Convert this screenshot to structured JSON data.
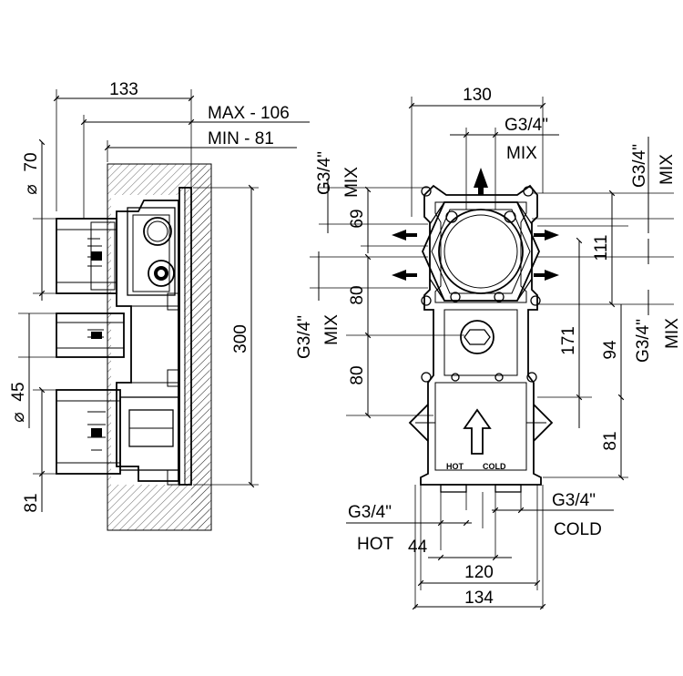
{
  "side_view": {
    "dim_overall_depth": "133",
    "dim_max": "MAX - 106",
    "dim_min": "MIN - 81",
    "dim_height": "300",
    "dim_dia_70": "70",
    "dim_dia_45": "45",
    "dim_bottom": "81",
    "diameter_symbol": "⌀"
  },
  "front_view": {
    "dim_width_top": "130",
    "thread_label": "G3/4\"",
    "mix_label": "MIX",
    "dim_69": "69",
    "dim_80_upper": "80",
    "dim_80_lower": "80",
    "dim_111": "111",
    "dim_171": "171",
    "dim_94": "94",
    "dim_81": "81",
    "dim_44": "44",
    "dim_120": "120",
    "dim_134": "134",
    "hot_label": "HOT",
    "cold_label": "COLD",
    "hot_small": "HOT",
    "cold_small": "COLD"
  }
}
